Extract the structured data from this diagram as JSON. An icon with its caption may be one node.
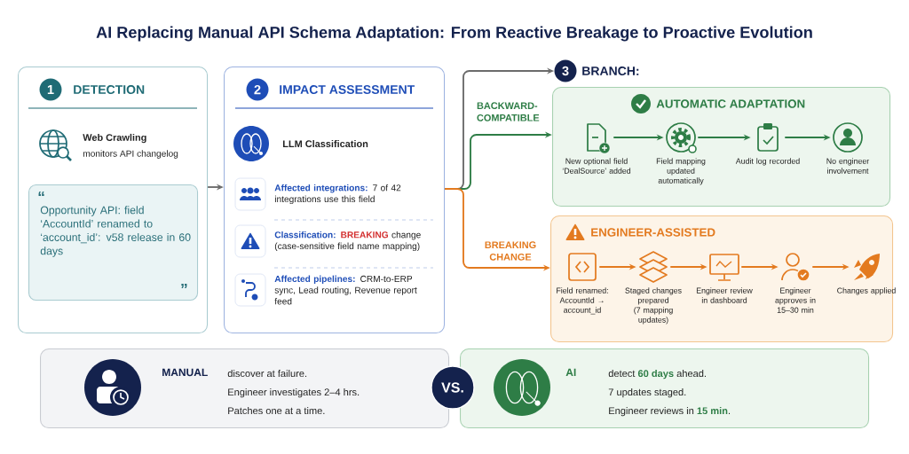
{
  "diagram": {
    "title": "AI Replacing Manual API Schema Adaptation: From Reactive Breakage to Proactive Evolution",
    "nodes": [
      {
        "text": [
          "DETECTION",
          "Web Crawling",
          "monitors API changelog"
        ]
      },
      {
        "text": [
          "1"
        ],
        "in": 0
      },
      {
        "text": [
          "“",
          "Opportunity API: field ‘AccountId’ renamed to ‘account_id’: v58 release in 60 days",
          "”"
        ],
        "in": 0
      },
      {
        "text": [
          "IMPACT ASSESSMENT",
          "LLM Classification",
          "Affected integrations:",
          "7 of 42 integrations use this field",
          "Classification:",
          "BREAKING",
          "change (case-sensitive field name mapping)",
          "Affected pipelines:",
          "CRM-to-ERP sync, Lead routing, Revenue report feed"
        ]
      },
      {
        "text": [
          "2"
        ],
        "in": 3
      },
      {
        "text": [
          "3"
        ],
        "beside": [
          "BRANCH:"
        ]
      },
      {
        "text": [
          "AUTOMATIC ADAPTATION"
        ]
      },
      {
        "text": [
          "New optional field ‘DealSource’ added"
        ],
        "in": 6
      },
      {
        "text": [
          "Field mapping updated automatically"
        ],
        "in": 6
      },
      {
        "text": [
          "Audit log recorded"
        ],
        "in": 6
      },
      {
        "text": [
          "No engineer involvement"
        ],
        "in": 6
      },
      {
        "text": [
          "ENGINEER-ASSISTED"
        ]
      },
      {
        "text": [
          "Field renamed: AccountId → account_id"
        ],
        "in": 11
      },
      {
        "text": [
          "Staged changes prepared (7 mapping updates)"
        ],
        "in": 11
      },
      {
        "text": [
          "Engineer review in dashboard"
        ],
        "in": 11
      },
      {
        "text": [
          "Engineer approves in 15–30 min"
        ],
        "in": 11
      },
      {
        "text": [
          "Changes applied"
        ],
        "in": 11
      },
      {
        "text": [
          "MANUAL",
          "discover at failure.",
          "Engineer investigates 2–4 hrs.",
          "Patches one at a time."
        ]
      },
      {
        "text": [
          "VS."
        ]
      },
      {
        "text": [
          "AI",
          "detect **60 days** ahead.",
          "7 updates staged.",
          "Engineer reviews in **15 min**."
        ]
      }
    ],
    "edges": [
      {
        "from": 0,
        "to": 3,
        "arrow": "to",
        "color": "#6b6b6b"
      },
      {
        "from": 3,
        "to": 5,
        "arrow": "to",
        "color": "#6b6b6b"
      },
      {
        "from": 3,
        "to": 6,
        "arrow": "to",
        "label": "BACKWARD-COMPATIBLE",
        "color": "#2e7d46"
      },
      {
        "from": 3,
        "to": 11,
        "arrow": "to",
        "label": "BREAKING CHANGE"
      },
      {
        "from": 7,
        "to": 8,
        "arrow": "to",
        "color": "#2e7d46"
      },
      {
        "from": 8,
        "to": 9,
        "arrow": "to",
        "color": "#2e7d46"
      },
      {
        "from": 9,
        "to": 10,
        "arrow": "to",
        "color": "#2e7d46"
      },
      {
        "from": 12,
        "to": 13,
        "arrow": "to"
      },
      {
        "from": 13,
        "to": 14,
        "arrow": "to"
      },
      {
        "from": 14,
        "to": 15,
        "arrow": "to"
      },
      {
        "from": 15,
        "to": 16,
        "arrow": "to"
      }
    ]
  }
}
